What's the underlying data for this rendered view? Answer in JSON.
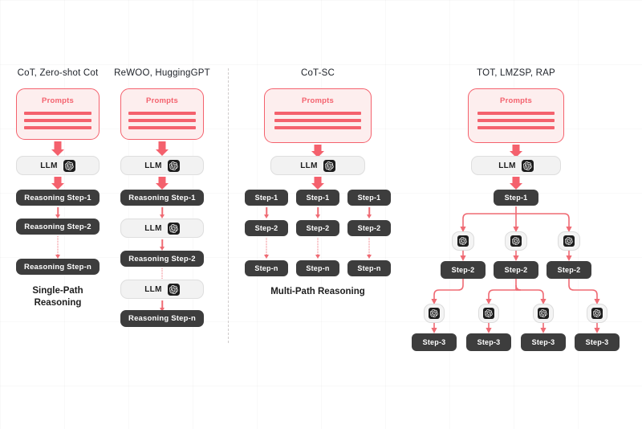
{
  "diagram": {
    "accent_red": "#f4616d",
    "dark_box": "#3d3d3d",
    "prompt_bg": "#fdeeee",
    "llm_bg": "#f2f2f2",
    "background": "#ffffff"
  },
  "columns": [
    {
      "id": "cot",
      "title": "CoT, Zero-shot Cot",
      "prompts_label": "Prompts",
      "llm_label": "LLM",
      "steps": [
        "Reasoning Step-1",
        "Reasoning Step-2",
        "Reasoning Step-n"
      ],
      "footer": "Single-Path\nReasoning"
    },
    {
      "id": "rewoo",
      "title": "ReWOO, HuggingGPT",
      "prompts_label": "Prompts",
      "llm_label": "LLM",
      "steps": [
        "Reasoning Step-1",
        "Reasoning Step-2",
        "Reasoning Step-n"
      ],
      "footer": ""
    },
    {
      "id": "cotsc",
      "title": "CoT-SC",
      "prompts_label": "Prompts",
      "llm_label": "LLM",
      "paths": [
        [
          "Step-1",
          "Step-2",
          "Step-n"
        ],
        [
          "Step-1",
          "Step-2",
          "Step-n"
        ],
        [
          "Step-1",
          "Step-2",
          "Step-n"
        ]
      ],
      "footer": "Multi-Path Reasoning"
    },
    {
      "id": "tot",
      "title": "TOT, LMZSP, RAP",
      "prompts_label": "Prompts",
      "llm_label": "LLM",
      "root_step": "Step-1",
      "level2": [
        "Step-2",
        "Step-2",
        "Step-2"
      ],
      "level3": [
        "Step-3",
        "Step-3",
        "Step-3",
        "Step-3"
      ],
      "footer": ""
    }
  ],
  "icons": {
    "llm_badge": "openai-icon"
  },
  "footers": {
    "single_path": "Single-Path\nReasoning",
    "multi_path": "Multi-Path Reasoning"
  }
}
